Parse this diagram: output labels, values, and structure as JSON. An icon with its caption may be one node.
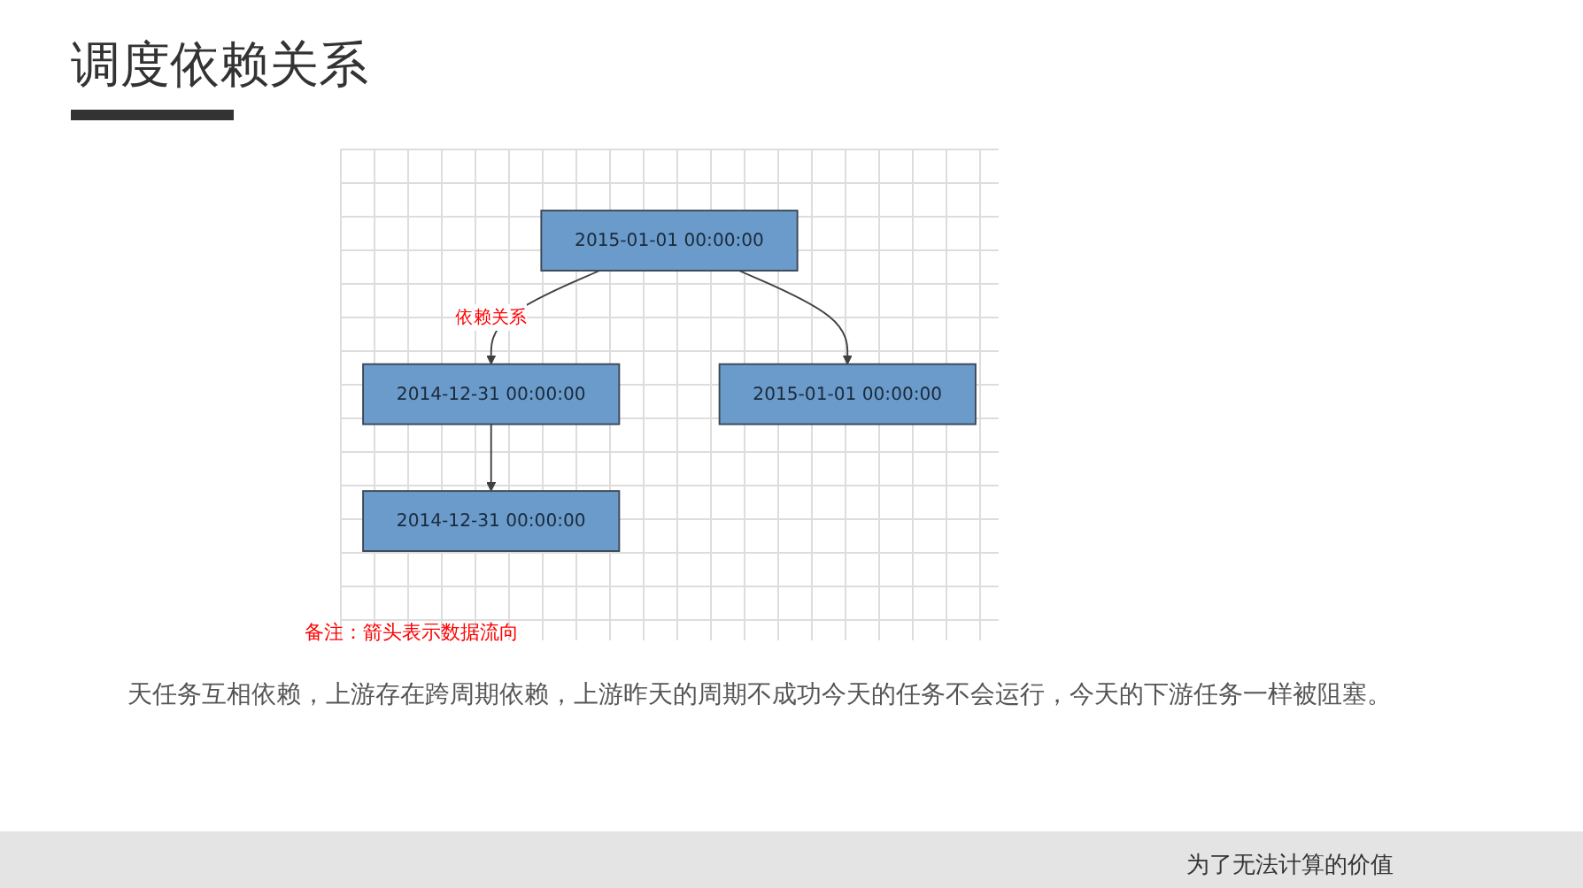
{
  "diagram": {
    "title": "调度依赖关系",
    "nodes": [
      {
        "text": [
          "2014-12-31 00:00:00"
        ]
      },
      {
        "text": [
          "2015-01-01 00:00:00"
        ]
      },
      {
        "text": [
          "2014-12-31 00:00:00"
        ]
      },
      {
        "text": [
          "2015-01-01 00:00:00"
        ]
      }
    ],
    "edges": [
      {
        "from": 1,
        "to": 0,
        "arrow": "to",
        "label": "依赖关系"
      },
      {
        "from": 0,
        "to": 2,
        "arrow": "to"
      },
      {
        "from": 1,
        "to": 3,
        "arrow": "to"
      }
    ],
    "labels": [
      "备注：箭头表示数据流向",
      "天任务互相依赖，上游存在跨周期依赖，上游昨天的周期不成功今天的任务不会运行，今天的下游任务一样被阻塞。",
      "为了无法计算的价值"
    ]
  }
}
